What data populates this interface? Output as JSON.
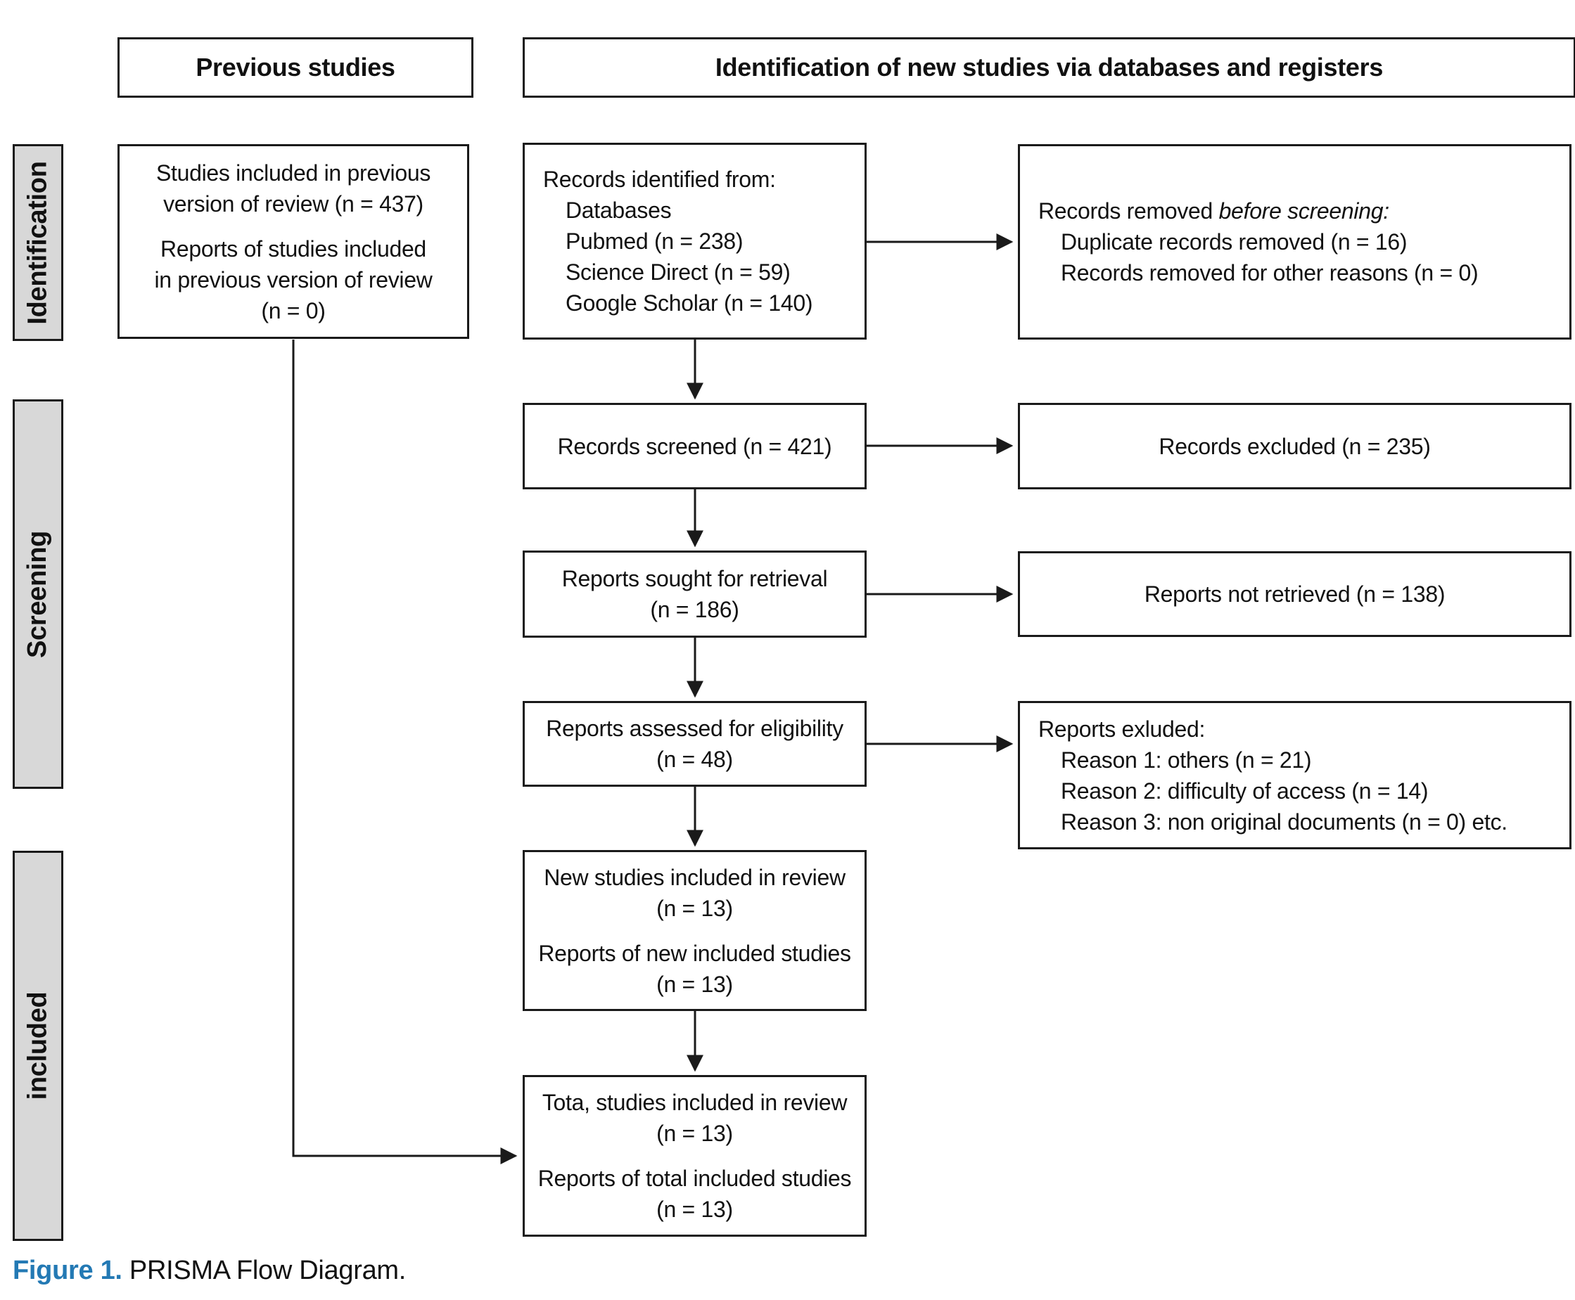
{
  "headers": {
    "previous_studies": "Previous studies",
    "identification_new": "Identification of new studies via databases and registers"
  },
  "sidebar": {
    "identification": "Identification",
    "screening": "Screening",
    "included": "included"
  },
  "boxes": {
    "previous_included": {
      "para1": [
        "Studies included in previous",
        "version of review (n = 437)"
      ],
      "para2": [
        "Reports of studies included",
        "in previous version of review",
        "(n = 0)"
      ]
    },
    "records_identified": {
      "label": "Records identified from:",
      "items": [
        "Databases",
        "Pubmed (n = 238)",
        "Science Direct (n = 59)",
        "Google Scholar (n = 140)"
      ]
    },
    "records_removed": {
      "label_prefix": "Records removed ",
      "label_italic": "before screening:",
      "items": [
        "Duplicate records removed (n = 16)",
        "Records removed for other reasons (n = 0)"
      ]
    },
    "records_screened": {
      "label": "Records screened (n = 421)"
    },
    "records_excluded": {
      "label": "Records excluded (n = 235)"
    },
    "reports_sought": {
      "lines": [
        "Reports sought for retrieval",
        "(n = 186)"
      ]
    },
    "reports_not_retrieved": {
      "label": "Reports not retrieved (n = 138)"
    },
    "reports_assessed": {
      "lines": [
        "Reports assessed for eligibility",
        "(n = 48)"
      ]
    },
    "reports_excluded": {
      "label": "Reports exluded:",
      "items": [
        "Reason 1: others (n = 21)",
        "Reason 2: difficulty of access (n = 14)",
        "Reason 3: non original documents (n = 0) etc."
      ]
    },
    "new_studies": {
      "para1": [
        "New studies included in review",
        "(n = 13)"
      ],
      "para2": [
        "Reports of new included studies",
        "(n = 13)"
      ]
    },
    "total_studies": {
      "para1": [
        "Tota, studies included in review",
        "(n = 13)"
      ],
      "para2": [
        "Reports of total included studies",
        "(n = 13)"
      ]
    }
  },
  "caption": {
    "label": "Figure 1.",
    "text": " PRISMA Flow Diagram."
  },
  "colors": {
    "accent_blue": "#2379b4",
    "sidebar_gray": "#d8d8d8",
    "box_border": "#1a1a1a"
  }
}
